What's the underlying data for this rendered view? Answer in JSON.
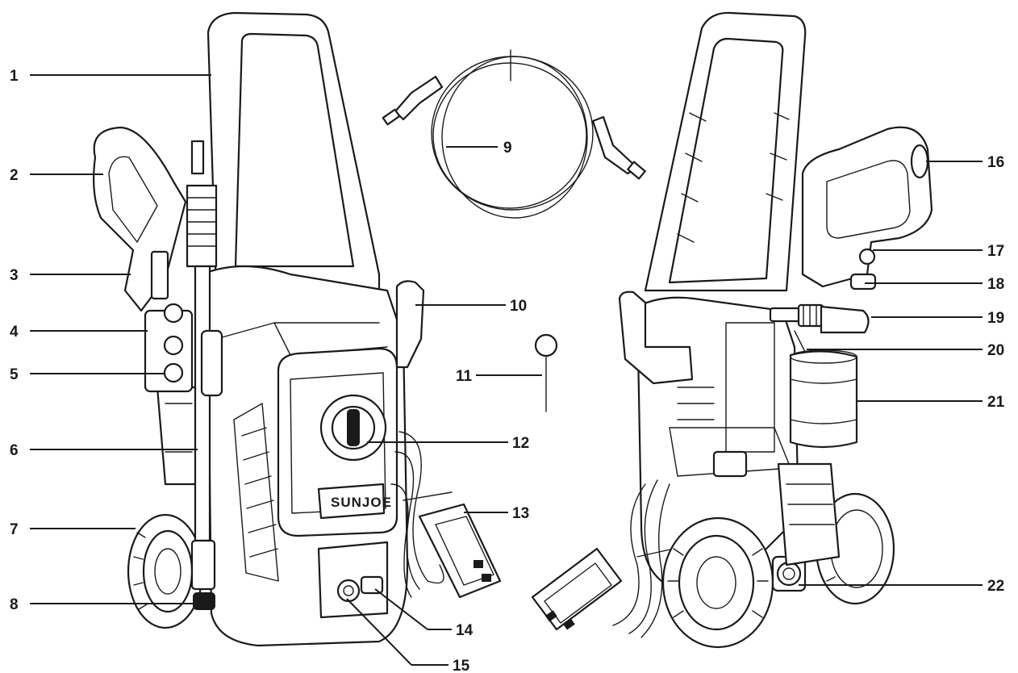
{
  "brand_text": "SUNJOE",
  "callouts": [
    {
      "id": "1",
      "label": "1"
    },
    {
      "id": "2",
      "label": "2"
    },
    {
      "id": "3",
      "label": "3"
    },
    {
      "id": "4",
      "label": "4"
    },
    {
      "id": "5",
      "label": "5"
    },
    {
      "id": "6",
      "label": "6"
    },
    {
      "id": "7",
      "label": "7"
    },
    {
      "id": "8",
      "label": "8"
    },
    {
      "id": "9",
      "label": "9"
    },
    {
      "id": "10",
      "label": "10"
    },
    {
      "id": "11",
      "label": "11"
    },
    {
      "id": "12",
      "label": "12"
    },
    {
      "id": "13",
      "label": "13"
    },
    {
      "id": "14",
      "label": "14"
    },
    {
      "id": "15",
      "label": "15"
    },
    {
      "id": "16",
      "label": "16"
    },
    {
      "id": "17",
      "label": "17"
    },
    {
      "id": "18",
      "label": "18"
    },
    {
      "id": "19",
      "label": "19"
    },
    {
      "id": "20",
      "label": "20"
    },
    {
      "id": "21",
      "label": "21"
    },
    {
      "id": "22",
      "label": "22"
    }
  ]
}
